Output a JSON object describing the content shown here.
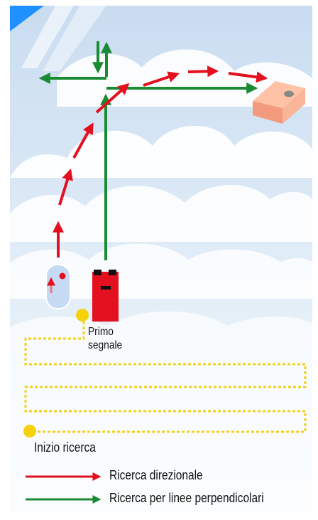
{
  "labels": {
    "first_signal_line1": "Primo",
    "first_signal_line2": "segnale",
    "search_start": "Inizio ricerca"
  },
  "legend": {
    "directional": "Ricerca direzionale",
    "perpendicular": "Ricerca per linee perpendicolari"
  },
  "colors": {
    "directional": "#e3101f",
    "perpendicular": "#1a8b33",
    "path": "#f2d21a",
    "sky": "#dbe9f6",
    "accent": "#1e90ff"
  },
  "icons": {
    "rescuer": "avalanche-transceiver-icon",
    "device": "red-transceiver-icon",
    "victim": "buried-victim-icon"
  }
}
